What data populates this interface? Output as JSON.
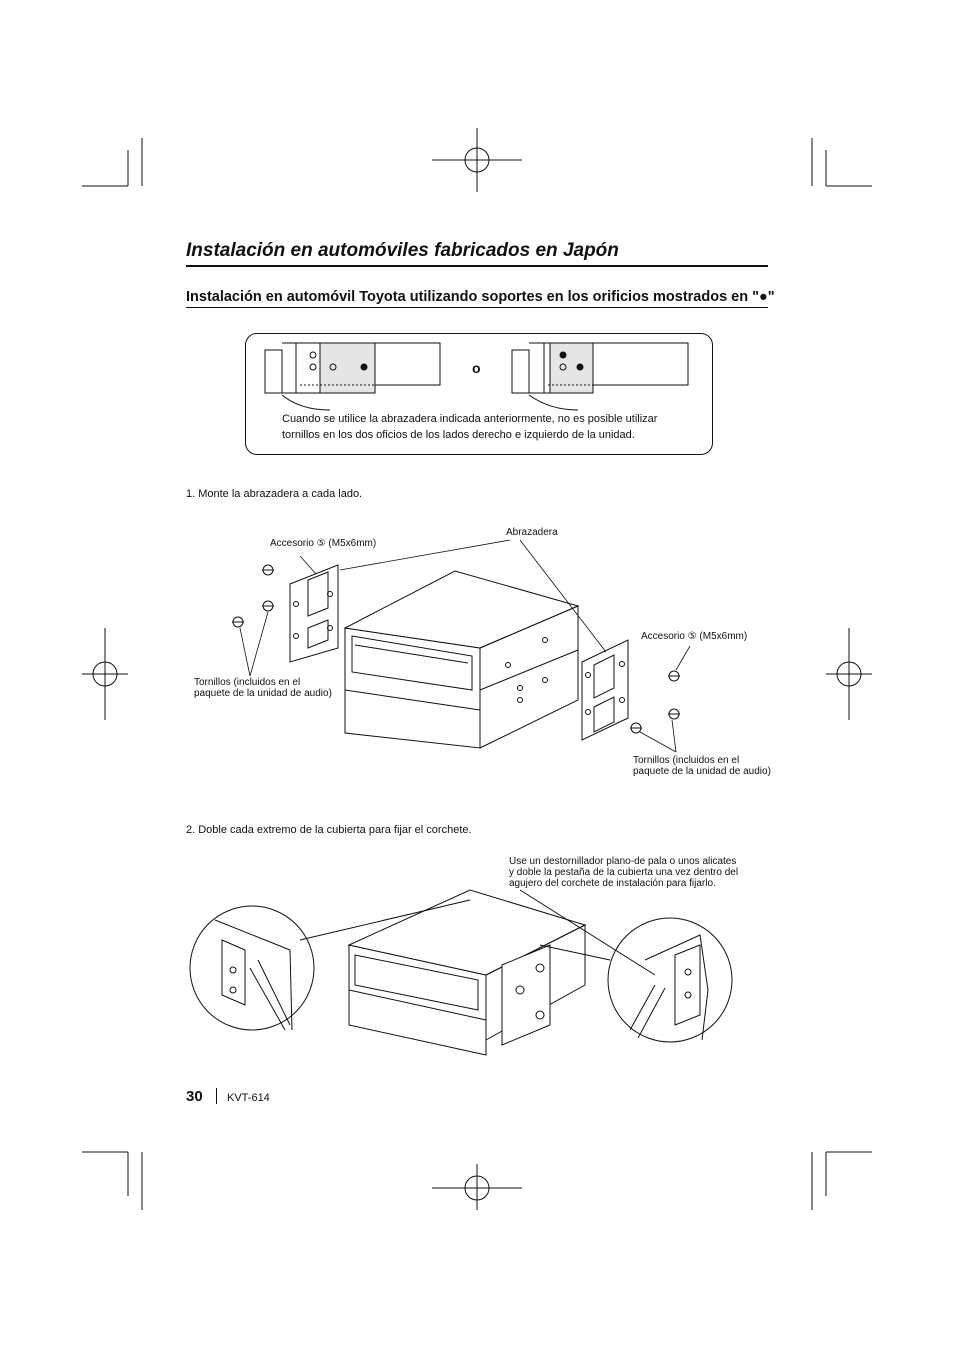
{
  "page": {
    "title": "Instalación en automóviles fabricados en Japón",
    "subtitle": "Instalación en automóvil Toyota utilizando soportes en los orificios mostrados en \"●\"",
    "alternative_label": "o",
    "note": "Cuando se utilice la abrazadera indicada anteriormente, no es posible utilizar tornillos en los dos oficios de los lados derecho e izquierdo de la unidad.",
    "step1": "1.  Monte la abrazadera a cada lado.",
    "step2": "2.  Doble cada extremo de la cubierta para fijar el corchete.",
    "page_number": "30",
    "model": "KVT-614"
  },
  "figure1": {
    "label_accessory_left": "Accesorio ⑤ (M5x6mm)",
    "label_bracket": "Abrazadera",
    "label_accessory_right": "Accesorio ⑤ (M5x6mm)",
    "label_screws_left": [
      "Tornillos (incluidos en el",
      "paquete de la unidad de audio)"
    ],
    "label_screws_right": [
      "Tornillos (incluidos en el",
      "paquete de la unidad de audio)"
    ]
  },
  "figure2": {
    "instruction": [
      "Use un destornillador plano-de pala o unos alicates",
      "y doble la pestaña de la cubierta una vez dentro del",
      "agujero del corchete de instalación para fijarlo."
    ]
  }
}
